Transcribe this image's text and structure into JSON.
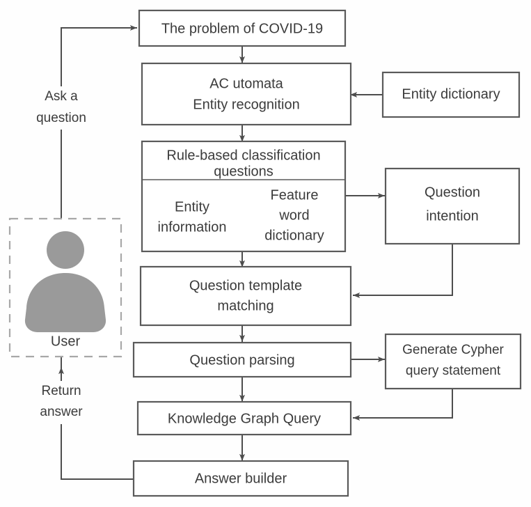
{
  "diagram": {
    "title": "COVID-19 knowledge graph question answering flow",
    "colors": {
      "box_border": "#5a5a5a",
      "dashed_border": "#a8a8a8",
      "connector": "#4d4d4d",
      "text": "#3b3b3b",
      "avatar": "#9a9a9a",
      "background": "#fefefe"
    },
    "nodes": {
      "problem": {
        "label": "The problem of COVID-19"
      },
      "ac_automata": {
        "line1": "AC utomata",
        "line2": "Entity recognition"
      },
      "entity_dictionary": {
        "label": "Entity dictionary"
      },
      "rule_based": {
        "line1": "Rule-based classification",
        "line2": "questions"
      },
      "entity_information": {
        "line1": "Entity",
        "line2": "information"
      },
      "feature_word_dictionary": {
        "line1": "Feature",
        "line2": "word",
        "line3": "dictionary"
      },
      "question_intention": {
        "line1": "Question",
        "line2": "intention"
      },
      "question_template_matching": {
        "line1": "Question template",
        "line2": "matching"
      },
      "question_parsing": {
        "label": "Question parsing"
      },
      "generate_cypher": {
        "line1": "Generate Cypher",
        "line2": "query statement"
      },
      "knowledge_graph_query": {
        "label": "Knowledge Graph Query"
      },
      "answer_builder": {
        "label": "Answer builder"
      },
      "user": {
        "label": "User",
        "icon": "user-avatar-icon"
      }
    },
    "edge_labels": {
      "ask_a_question": {
        "line1": "Ask a",
        "line2": "question"
      },
      "return_answer": {
        "line1": "Return",
        "line2": "answer"
      }
    }
  }
}
